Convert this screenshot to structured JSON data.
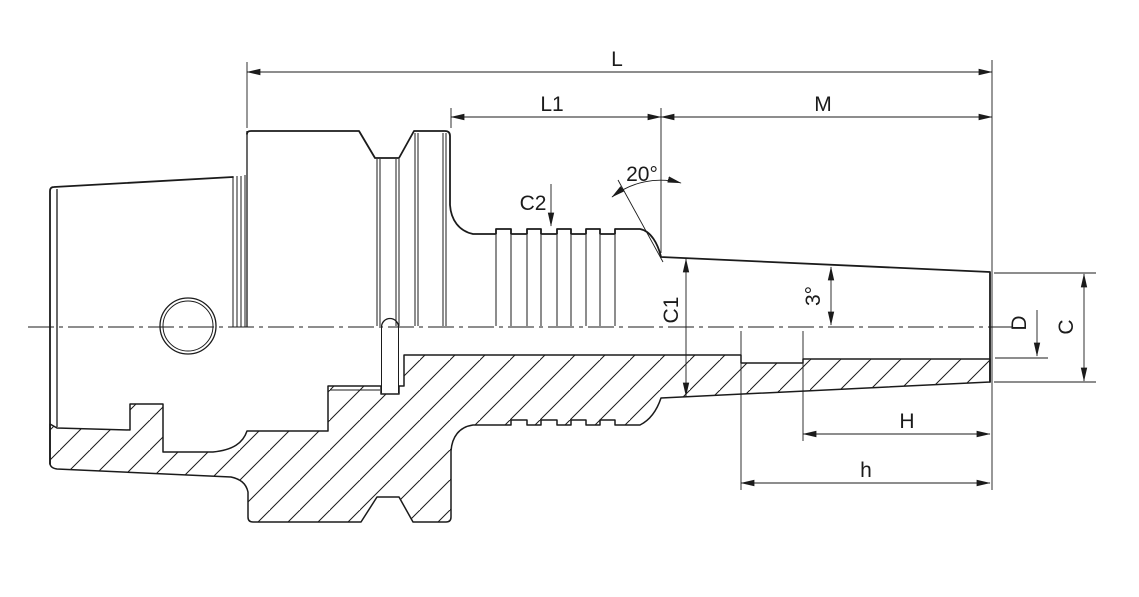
{
  "drawing": {
    "background": "#ffffff",
    "line_color": "#1b1b1b",
    "view": "half-section technical drawing of shrink-fit tool holder",
    "dimensions": {
      "overall_length": "L",
      "body_length": "L1",
      "taper_section_length": "M",
      "rib_chamfer": "C2",
      "relief_angle": "20°",
      "taper_base_diameter": "C1",
      "taper_angle": "3°",
      "bore_diameter": "D",
      "tip_outer_diameter": "C",
      "clamping_depth": "H",
      "bore_depth": "h"
    }
  }
}
